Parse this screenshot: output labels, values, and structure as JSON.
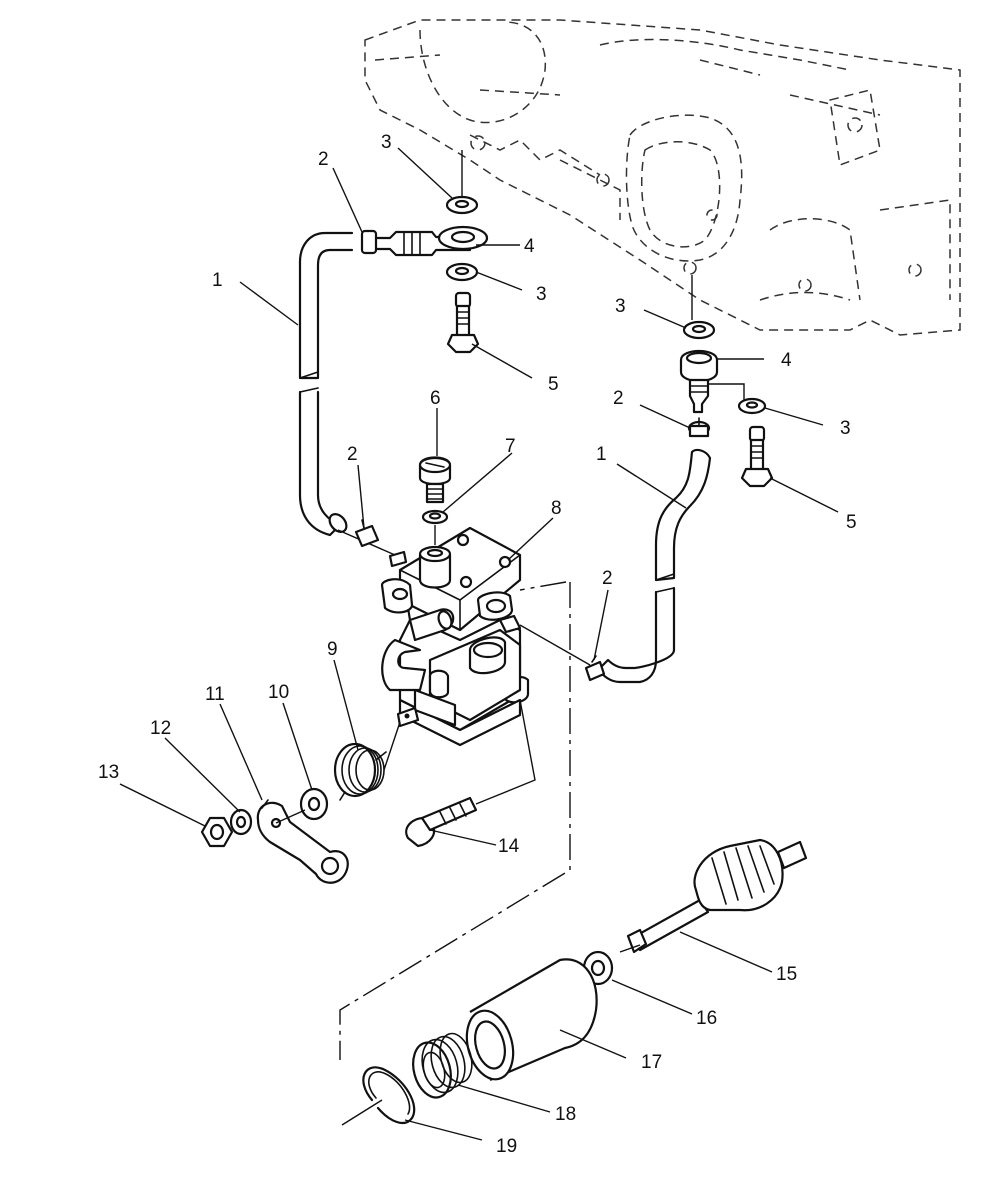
{
  "callouts": [
    {
      "id": "c1a",
      "text": "1"
    },
    {
      "id": "c2a",
      "text": "2"
    },
    {
      "id": "c3a",
      "text": "3"
    },
    {
      "id": "c4a",
      "text": "4"
    },
    {
      "id": "c3b",
      "text": "3"
    },
    {
      "id": "c5a",
      "text": "5"
    },
    {
      "id": "c3c",
      "text": "3"
    },
    {
      "id": "c4b",
      "text": "4"
    },
    {
      "id": "c2b",
      "text": "2"
    },
    {
      "id": "c3d",
      "text": "3"
    },
    {
      "id": "c1b",
      "text": "1"
    },
    {
      "id": "c5b",
      "text": "5"
    },
    {
      "id": "c6",
      "text": "6"
    },
    {
      "id": "c7",
      "text": "7"
    },
    {
      "id": "c2c",
      "text": "2"
    },
    {
      "id": "c8",
      "text": "8"
    },
    {
      "id": "c2d",
      "text": "2"
    },
    {
      "id": "c9",
      "text": "9"
    },
    {
      "id": "c10",
      "text": "10"
    },
    {
      "id": "c11",
      "text": "11"
    },
    {
      "id": "c12",
      "text": "12"
    },
    {
      "id": "c13",
      "text": "13"
    },
    {
      "id": "c14",
      "text": "14"
    },
    {
      "id": "c15",
      "text": "15"
    },
    {
      "id": "c16",
      "text": "16"
    },
    {
      "id": "c17",
      "text": "17"
    },
    {
      "id": "c18",
      "text": "18"
    },
    {
      "id": "c19",
      "text": "19"
    }
  ]
}
